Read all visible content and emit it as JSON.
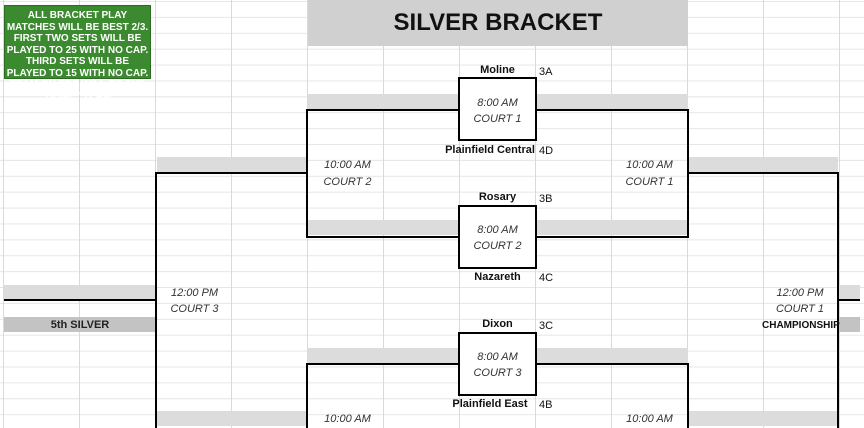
{
  "title": "SILVER BRACKET",
  "note": "ALL BRACKET PLAY MATCHES WILL BE BEST 2/3. FIRST TWO SETS WILL BE PLAYED TO 25 WITH NO CAP. THIRD SETS WILL BE PLAYED TO 15 WITH NO CAP. TEAM ON TOP WILL BE THE \"HOME\" TEAM.",
  "teams": {
    "moline": {
      "name": "Moline",
      "seed": "3A"
    },
    "plainfield_central": {
      "name": "Plainfield Central",
      "seed": "4D"
    },
    "rosary": {
      "name": "Rosary",
      "seed": "3B"
    },
    "nazareth": {
      "name": "Nazareth",
      "seed": "4C"
    },
    "dixon": {
      "name": "Dixon",
      "seed": "3C"
    },
    "plainfield_east": {
      "name": "Plainfield East",
      "seed": "4B"
    }
  },
  "matches": {
    "m1": {
      "time": "8:00 AM",
      "court": "COURT 1"
    },
    "m2": {
      "time": "8:00 AM",
      "court": "COURT 2"
    },
    "m3": {
      "time": "8:00 AM",
      "court": "COURT 3"
    },
    "left_top": {
      "time": "10:00 AM",
      "court": "COURT 2"
    },
    "right_top": {
      "time": "10:00 AM",
      "court": "COURT 1"
    },
    "left_semi": {
      "time": "12:00 PM",
      "court": "COURT 3"
    },
    "right_final": {
      "time": "12:00 PM",
      "court": "COURT 1"
    },
    "left_bottom": {
      "time": "10:00 AM"
    },
    "right_bottom": {
      "time": "10:00 AM"
    }
  },
  "fifth_label": "5th SILVER",
  "championship_label": "CHAMPIONSHIP"
}
